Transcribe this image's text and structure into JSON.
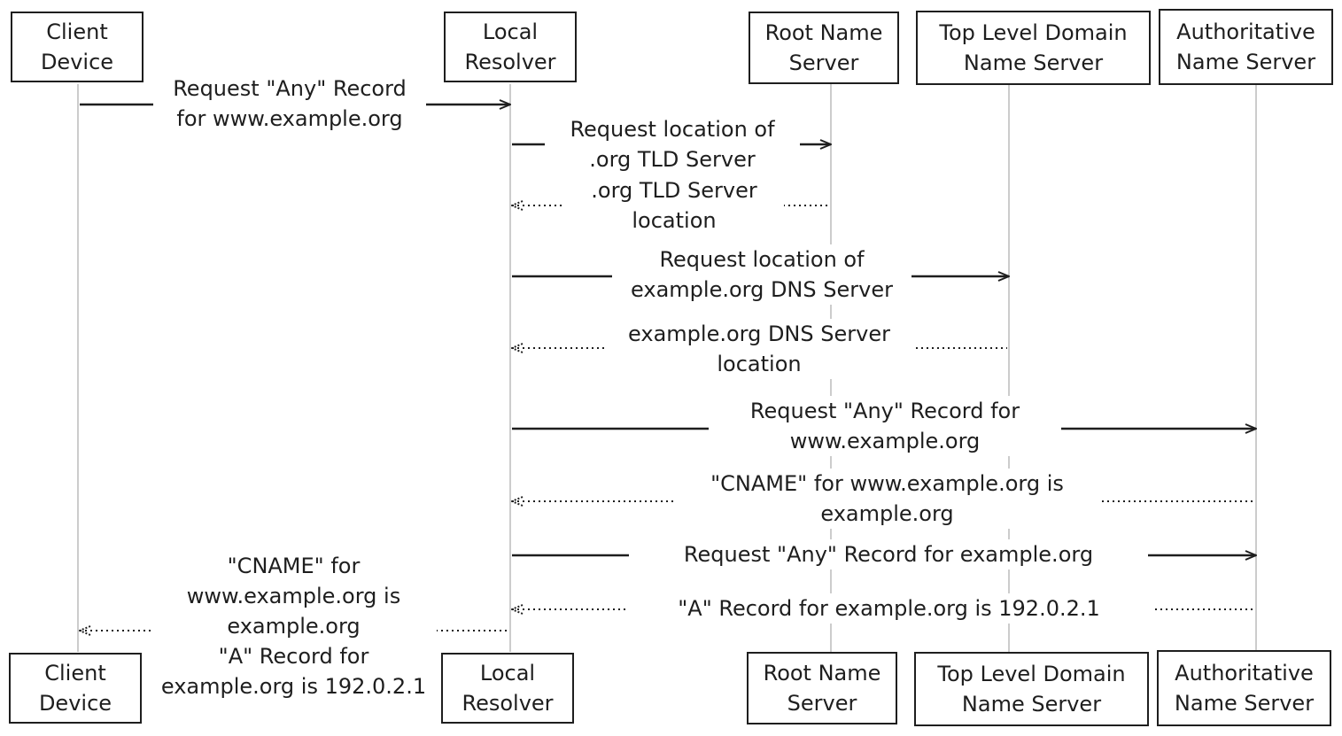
{
  "participants": [
    {
      "line1": "Client",
      "line2": "Device"
    },
    {
      "line1": "Local",
      "line2": "Resolver"
    },
    {
      "line1": "Root Name",
      "line2": "Server"
    },
    {
      "line1": "Top Level Domain",
      "line2": "Name Server"
    },
    {
      "line1": "Authoritative",
      "line2": "Name Server"
    }
  ],
  "messages": [
    {
      "from": 0,
      "to": 1,
      "style": "solid",
      "line1": "Request \"Any\" Record",
      "line2": "for www.example.org"
    },
    {
      "from": 1,
      "to": 2,
      "style": "solid",
      "line1": "Request location of",
      "line2": ".org TLD Server"
    },
    {
      "from": 2,
      "to": 1,
      "style": "dashed",
      "line1": ".org TLD Server",
      "line2": "location"
    },
    {
      "from": 1,
      "to": 3,
      "style": "solid",
      "line1": "Request location of",
      "line2": "example.org DNS Server"
    },
    {
      "from": 3,
      "to": 1,
      "style": "dashed",
      "line1": "example.org DNS Server",
      "line2": "location"
    },
    {
      "from": 1,
      "to": 4,
      "style": "solid",
      "line1": "Request \"Any\" Record for",
      "line2": "www.example.org"
    },
    {
      "from": 4,
      "to": 1,
      "style": "dashed",
      "line1": "\"CNAME\" for www.example.org is",
      "line2": "example.org"
    },
    {
      "from": 1,
      "to": 4,
      "style": "solid",
      "line1": "Request \"Any\" Record for example.org",
      "line2": ""
    },
    {
      "from": 4,
      "to": 1,
      "style": "dashed",
      "line1": "\"A\" Record for example.org is 192.0.2.1",
      "line2": ""
    },
    {
      "from": 1,
      "to": 0,
      "style": "dashed",
      "lines": [
        "\"CNAME\" for",
        "www.example.org is",
        "example.org",
        "\"A\" Record for",
        "example.org is 192.0.2.1"
      ]
    }
  ]
}
